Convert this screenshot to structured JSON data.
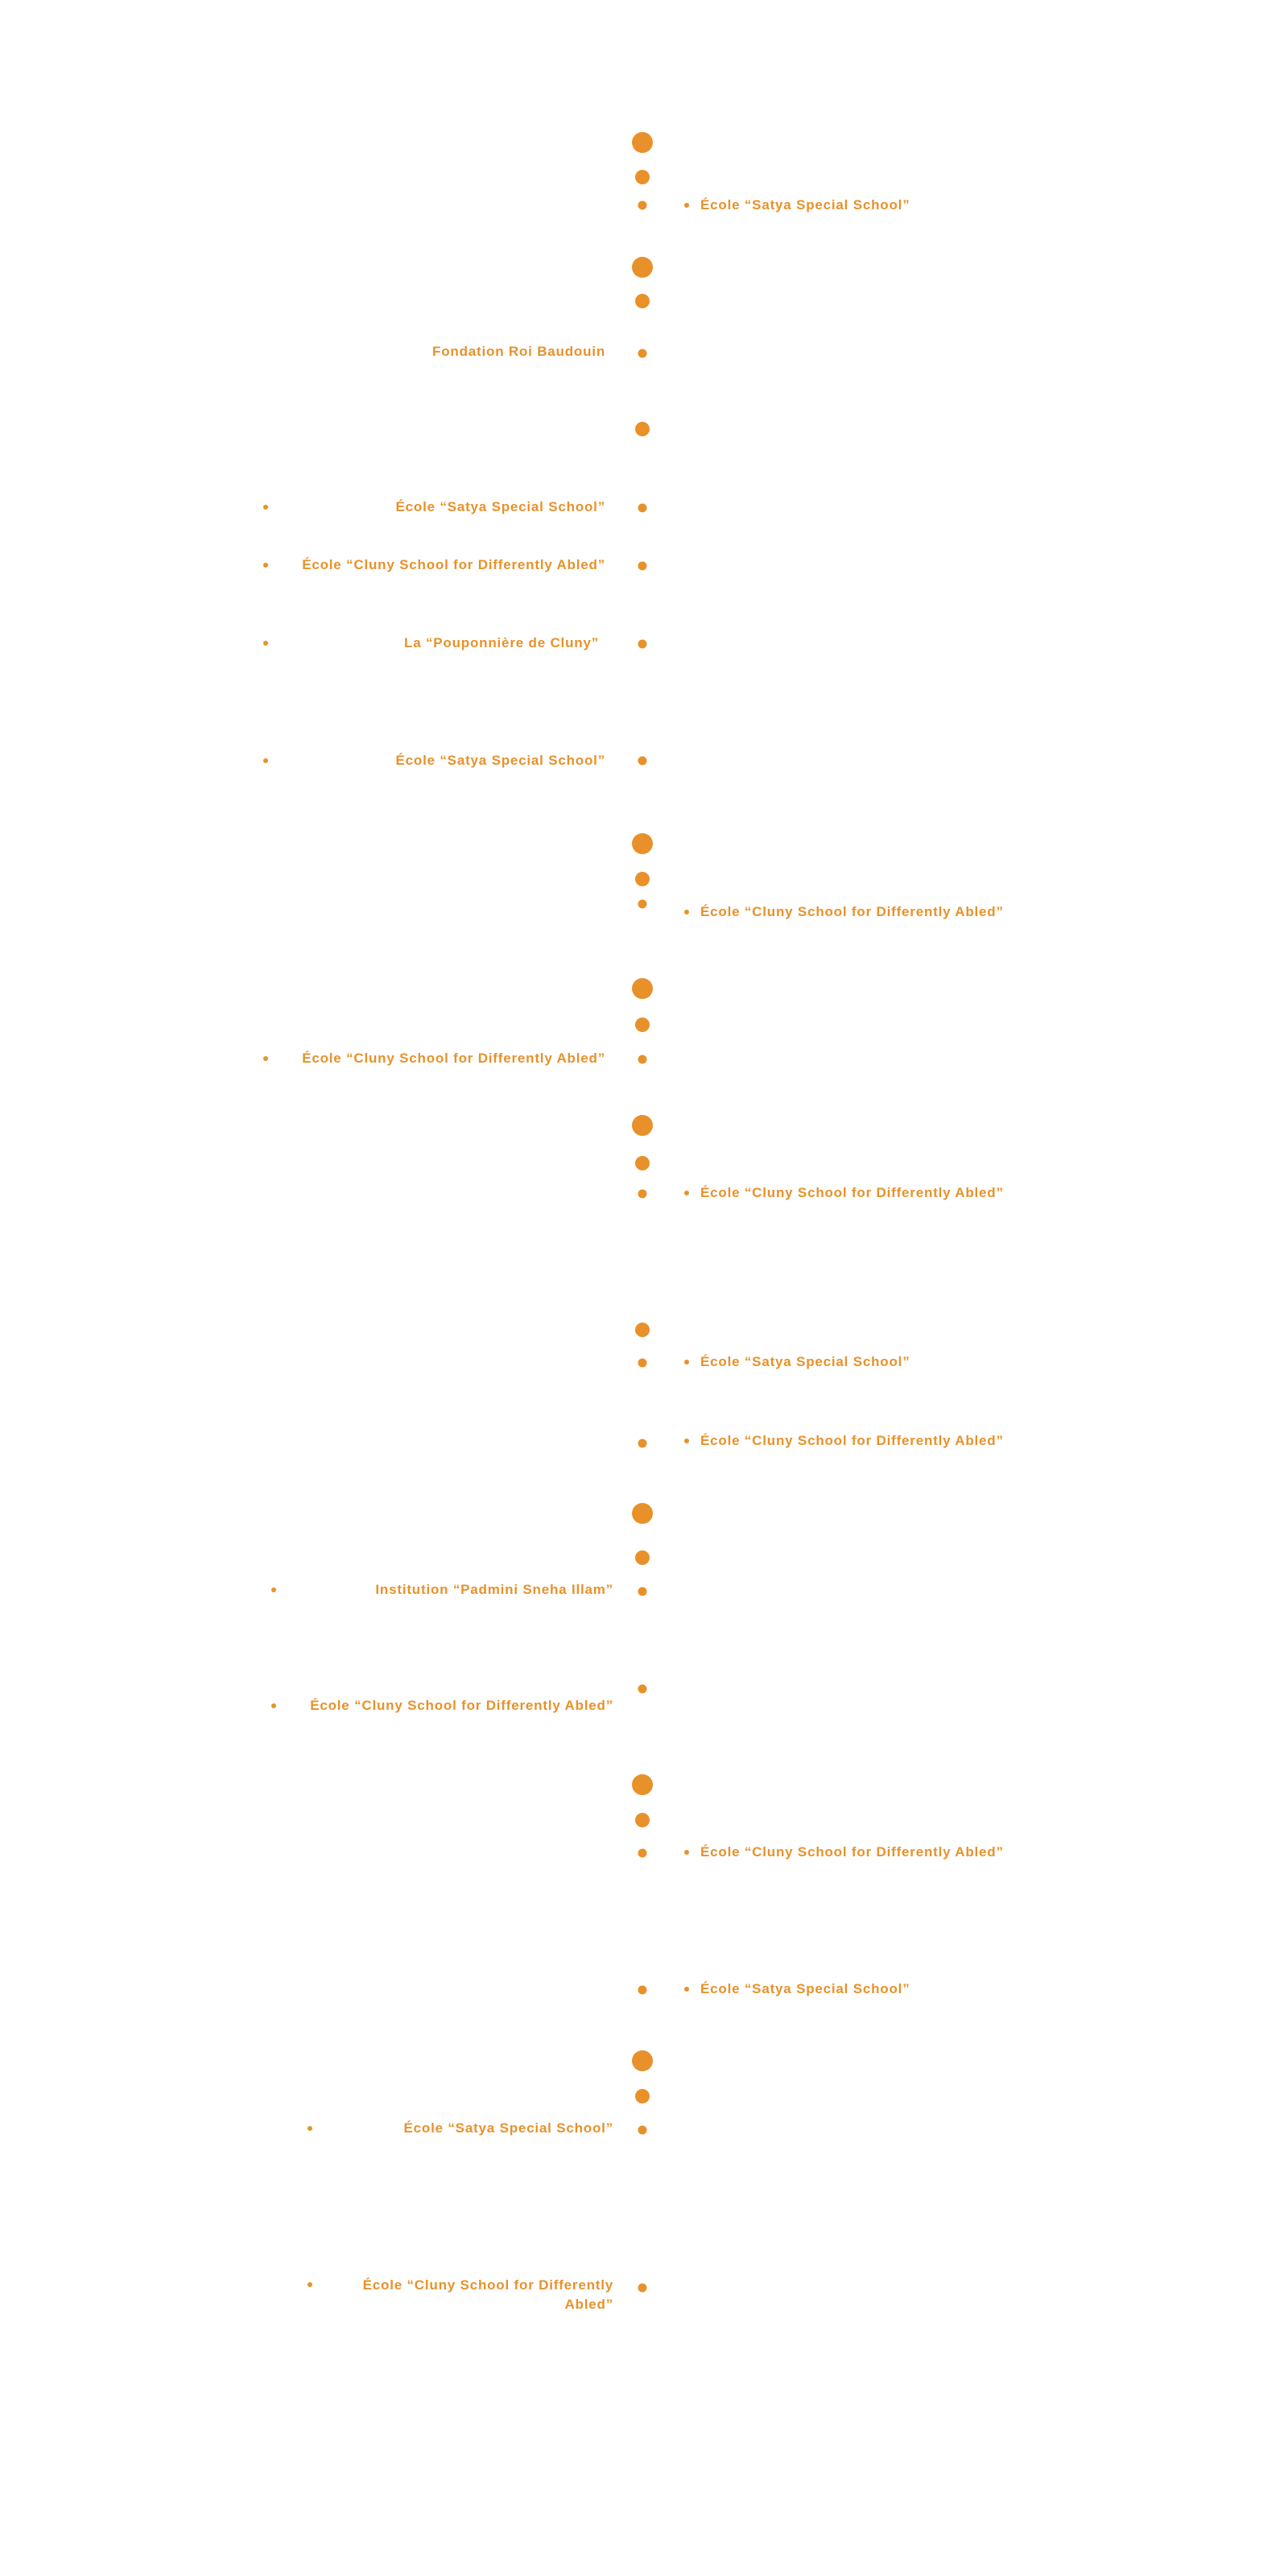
{
  "accent_color": "#E8912A",
  "entries": [
    {
      "side": "right",
      "text": "École “Satya Special School”"
    },
    {
      "side": "left",
      "text": "Fondation Roi Baudouin"
    },
    {
      "side": "left",
      "text": "École “Satya Special School”"
    },
    {
      "side": "left",
      "text": "École “Cluny School for Differently Abled”"
    },
    {
      "side": "left",
      "text": "La “Pouponnière de Cluny”"
    },
    {
      "side": "left",
      "text": "École “Satya Special School”"
    },
    {
      "side": "right",
      "text": "École “Cluny School for Differently Abled”"
    },
    {
      "side": "left",
      "text": "École “Cluny School for Differently Abled”"
    },
    {
      "side": "right",
      "text": "École “Cluny School for Differently Abled”"
    },
    {
      "side": "right",
      "text": "École “Satya Special School”"
    },
    {
      "side": "right",
      "text": "École “Cluny School for Differently Abled”"
    },
    {
      "side": "left",
      "text": "Institution “Padmini Sneha Illam”"
    },
    {
      "side": "left",
      "text": "École “Cluny School for Differently Abled”"
    },
    {
      "side": "right",
      "text": "École “Cluny School for Differently Abled”"
    },
    {
      "side": "right",
      "text": "École “Satya Special School”"
    },
    {
      "side": "left",
      "text": "École “Satya Special School”"
    },
    {
      "side": "left",
      "text": "École “Cluny School for Differently Abled”"
    }
  ]
}
